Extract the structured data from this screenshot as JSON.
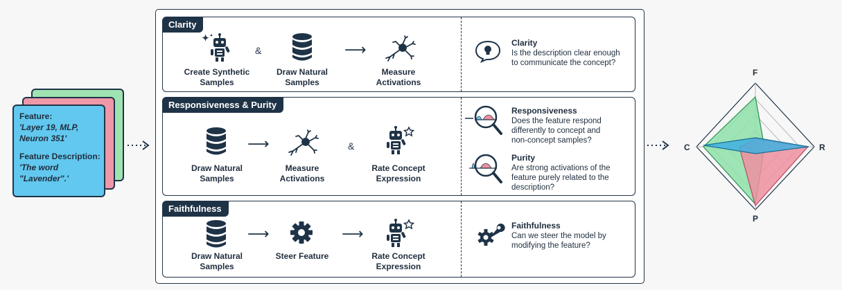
{
  "feature_card": {
    "feature_heading": "Feature:",
    "feature_value_line1": "'Layer 19, MLP,",
    "feature_value_line2": "Neuron 351'",
    "description_heading": "Feature Description:",
    "description_value_line1": "'The word",
    "description_value_line2": "\"Lavender\".'"
  },
  "clarity": {
    "title": "Clarity",
    "step1_line1": "Create Synthetic",
    "step1_line2": "Samples",
    "amp": "&",
    "step2_line1": "Draw Natural",
    "step2_line2": "Samples",
    "step3_line1": "Measure",
    "step3_line2": "Activations",
    "q_heading": "Clarity",
    "q_text_line1": "Is the description clear enough",
    "q_text_line2": "to communicate the concept?"
  },
  "resp_purity": {
    "title": "Responsiveness & Purity",
    "step1_line1": "Draw Natural",
    "step1_line2": "Samples",
    "step2_line1": "Measure",
    "step2_line2": "Activations",
    "amp": "&",
    "step3_line1": "Rate Concept",
    "step3_line2": "Expression",
    "resp_heading": "Responsiveness",
    "resp_line1": "Does the feature respond",
    "resp_line2": "differently to concept and",
    "resp_line3": "non-concept samples?",
    "purity_heading": "Purity",
    "purity_line1": "Are strong activations of the",
    "purity_line2": "feature purely related to the",
    "purity_line3": "description?"
  },
  "faithfulness": {
    "title": "Faithfulness",
    "step1_line1": "Draw Natural",
    "step1_line2": "Samples",
    "step2_line1": "Steer Feature",
    "step3_line1": "Rate Concept",
    "step3_line2": "Expression",
    "q_heading": "Faithfulness",
    "q_line1": "Can we steer the model by",
    "q_line2": "modifying the feature?"
  },
  "radar": {
    "axes": [
      "F",
      "R",
      "P",
      "C"
    ],
    "green_color": "#8ee0a8",
    "pink_color": "#ee8fa0",
    "blue_color": "#3fb0e0"
  },
  "icons": [
    "robot-sparkle-icon",
    "database-icon",
    "neuron-icon",
    "robot-star-icon",
    "gear-icon",
    "lightbulb-speech-icon",
    "magnifier-distribution-icon",
    "wrench-gear-icon",
    "arrow-right-icon",
    "dotted-arrow-icon"
  ]
}
